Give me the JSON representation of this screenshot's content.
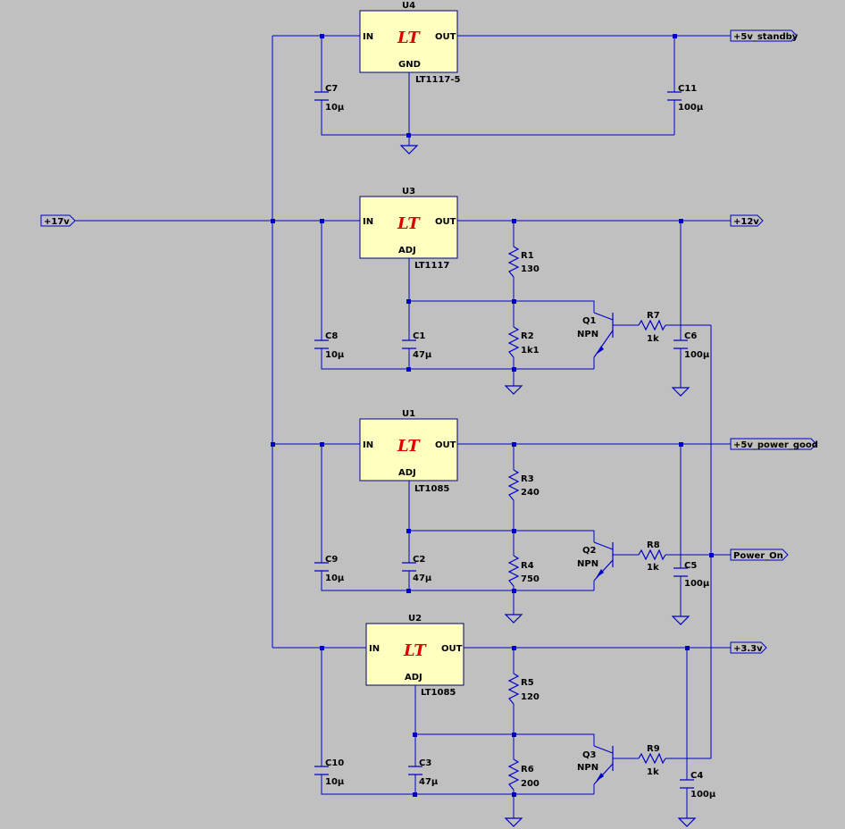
{
  "nets": {
    "vin": "+17v",
    "standby": "+5v_standby",
    "v12": "+12v",
    "power_good": "+5v_power_good",
    "v33": "+3.3v",
    "power_on": "Power_On"
  },
  "regulators": [
    {
      "ref": "U4",
      "model": "LT1117-5",
      "pin_in": "IN",
      "pin_out": "OUT",
      "pin_bottom": "GND",
      "logo": "LT"
    },
    {
      "ref": "U3",
      "model": "LT1117",
      "pin_in": "IN",
      "pin_out": "OUT",
      "pin_bottom": "ADJ",
      "logo": "LT"
    },
    {
      "ref": "U1",
      "model": "LT1085",
      "pin_in": "IN",
      "pin_out": "OUT",
      "pin_bottom": "ADJ",
      "logo": "LT"
    },
    {
      "ref": "U2",
      "model": "LT1085",
      "pin_in": "IN",
      "pin_out": "OUT",
      "pin_bottom": "ADJ",
      "logo": "LT"
    }
  ],
  "capacitors": {
    "C7": {
      "ref": "C7",
      "value": "10µ"
    },
    "C11": {
      "ref": "C11",
      "value": "100µ"
    },
    "C8": {
      "ref": "C8",
      "value": "10µ"
    },
    "C1": {
      "ref": "C1",
      "value": "47µ"
    },
    "C6": {
      "ref": "C6",
      "value": "100µ"
    },
    "C9": {
      "ref": "C9",
      "value": "10µ"
    },
    "C2": {
      "ref": "C2",
      "value": "47µ"
    },
    "C5": {
      "ref": "C5",
      "value": "100µ"
    },
    "C10": {
      "ref": "C10",
      "value": "10µ"
    },
    "C3": {
      "ref": "C3",
      "value": "47µ"
    },
    "C4": {
      "ref": "C4",
      "value": "100µ"
    }
  },
  "resistors": {
    "R1": {
      "ref": "R1",
      "value": "130"
    },
    "R2": {
      "ref": "R2",
      "value": "1k1"
    },
    "R7": {
      "ref": "R7",
      "value": "1k"
    },
    "R3": {
      "ref": "R3",
      "value": "240"
    },
    "R4": {
      "ref": "R4",
      "value": "750"
    },
    "R8": {
      "ref": "R8",
      "value": "1k"
    },
    "R5": {
      "ref": "R5",
      "value": "120"
    },
    "R6": {
      "ref": "R6",
      "value": "200"
    },
    "R9": {
      "ref": "R9",
      "value": "1k"
    }
  },
  "transistors": {
    "Q1": {
      "ref": "Q1",
      "type": "NPN"
    },
    "Q2": {
      "ref": "Q2",
      "type": "NPN"
    },
    "Q3": {
      "ref": "Q3",
      "type": "NPN"
    }
  }
}
